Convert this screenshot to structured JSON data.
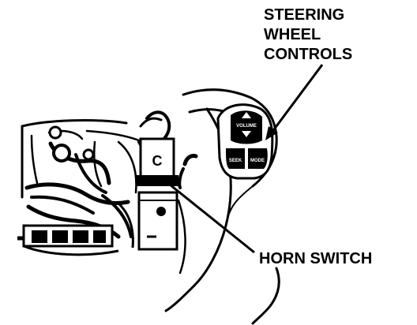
{
  "callouts": {
    "steering_wheel_controls": [
      "STEERING",
      "WHEEL",
      "CONTROLS"
    ],
    "horn_switch": "HORN SWITCH"
  },
  "component_marks": {
    "connector_letter": "C",
    "control_top_text": "VOLUME",
    "control_button_left": "SEEK",
    "control_button_right": "MODE"
  }
}
